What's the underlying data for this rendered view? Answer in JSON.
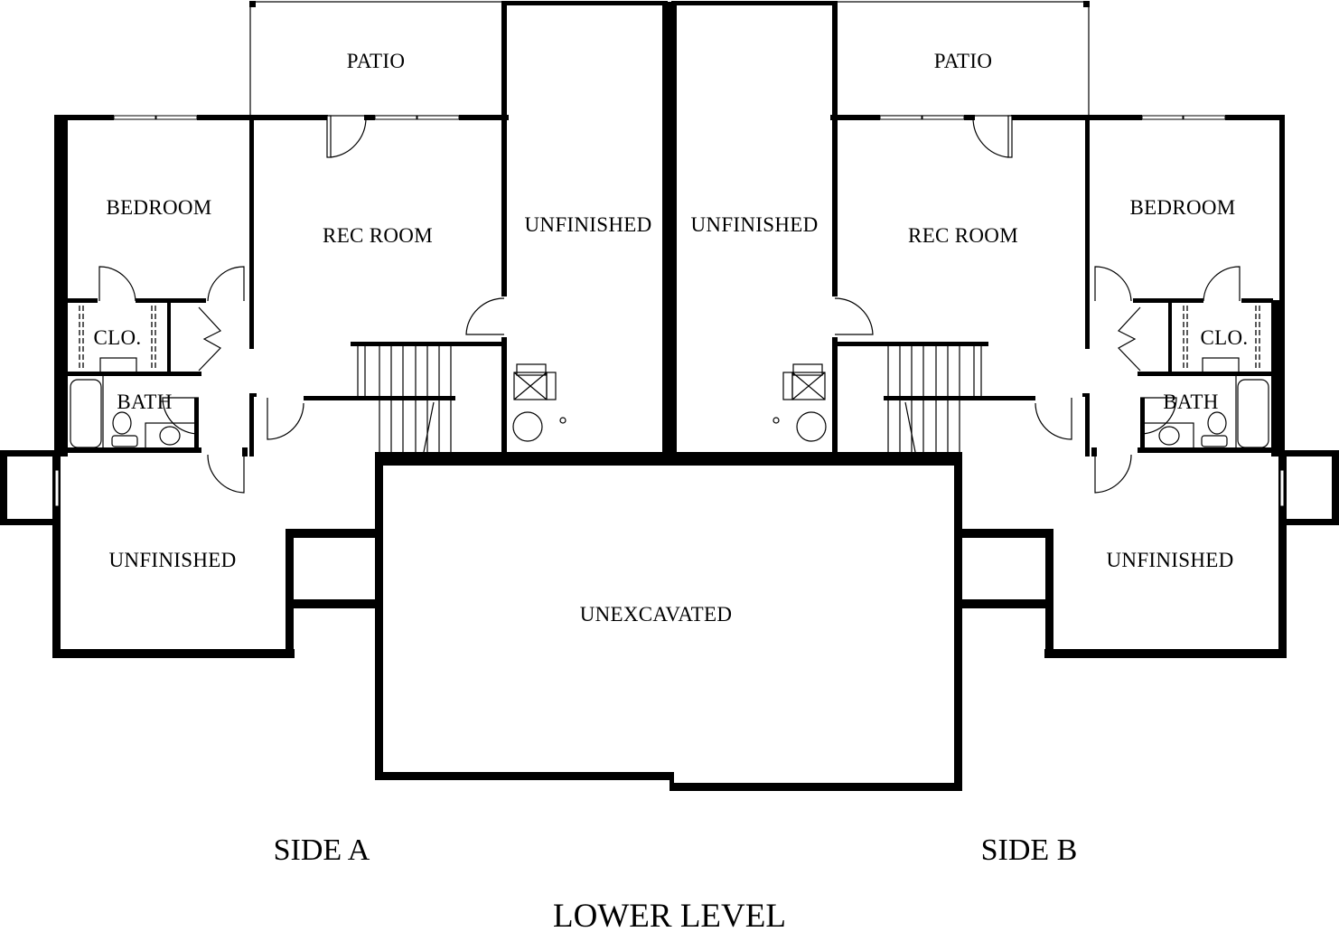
{
  "title": "LOWER LEVEL",
  "sides": {
    "a": "SIDE A",
    "b": "SIDE B"
  },
  "rooms": {
    "patio_a": "PATIO",
    "patio_b": "PATIO",
    "bedroom_a": "BEDROOM",
    "bedroom_b": "BEDROOM",
    "rec_room_a": "REC ROOM",
    "rec_room_b": "REC ROOM",
    "unfinished_center_a": "UNFINISHED",
    "unfinished_center_b": "UNFINISHED",
    "closet_a": "CLO.",
    "closet_b": "CLO.",
    "bath_a": "BATH",
    "bath_b": "BATH",
    "unfinished_lower_a": "UNFINISHED",
    "unfinished_lower_b": "UNFINISHED",
    "unexcavated": "UNEXCAVATED"
  },
  "colors": {
    "wall": "#000000",
    "background": "#ffffff"
  }
}
